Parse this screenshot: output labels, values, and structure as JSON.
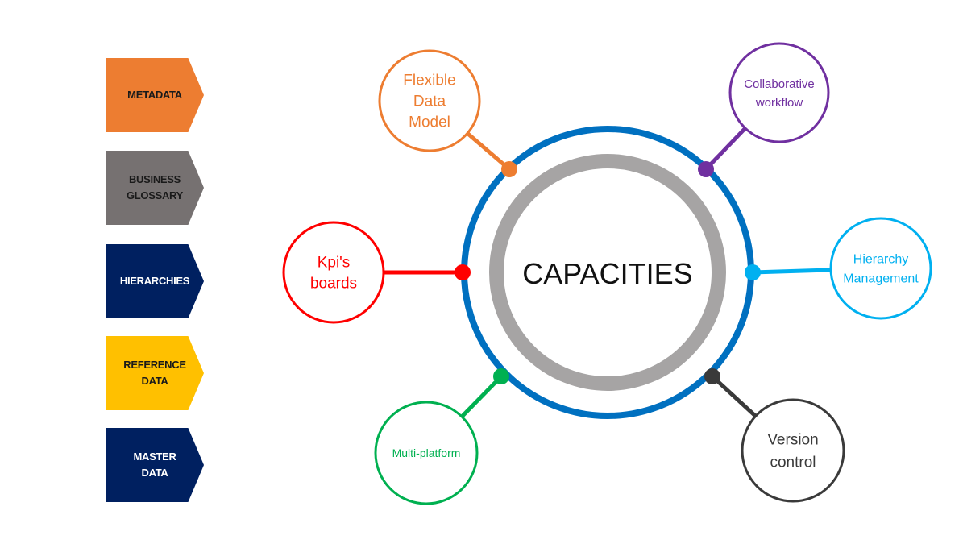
{
  "colors": {
    "orange": "#ED7D31",
    "gray": "#767171",
    "navy": "#002060",
    "gold": "#FFC000",
    "blue": "#0070C0",
    "ring_gray": "#A6A4A4",
    "red": "#FF0000",
    "purple": "#7030A0",
    "cyan": "#00B0F0",
    "green": "#00B050",
    "dark": "#3A3A3A"
  },
  "sidebar": {
    "items": [
      {
        "label": "METADATA",
        "color": "#ED7D31",
        "text_color": "#1A1A1A"
      },
      {
        "label": "BUSINESS\nGLOSSARY",
        "color": "#767171",
        "text_color": "#1A1A1A"
      },
      {
        "label": "HIERARCHIES",
        "color": "#002060",
        "text_color": "#FFFFFF"
      },
      {
        "label": "REFERENCE\nDATA",
        "color": "#FFC000",
        "text_color": "#1A1A1A"
      },
      {
        "label": "MASTER\nDATA",
        "color": "#002060",
        "text_color": "#FFFFFF"
      }
    ]
  },
  "hub": {
    "title": "CAPACITIES"
  },
  "capabilities": [
    {
      "id": "flexible-data-model",
      "lines": [
        "Flexible",
        "Data",
        "Model"
      ],
      "color": "#ED7D31"
    },
    {
      "id": "collaborative-workflow",
      "lines": [
        "Collaborative",
        "workflow"
      ],
      "color": "#7030A0"
    },
    {
      "id": "kpis-boards",
      "lines": [
        "Kpi's",
        "boards"
      ],
      "color": "#FF0000"
    },
    {
      "id": "hierarchy-management",
      "lines": [
        "Hierarchy",
        "Management"
      ],
      "color": "#00B0F0"
    },
    {
      "id": "multi-platform",
      "lines": [
        "Multi-platform"
      ],
      "color": "#00B050"
    },
    {
      "id": "version-control",
      "lines": [
        "Version",
        "control"
      ],
      "color": "#3A3A3A"
    }
  ]
}
